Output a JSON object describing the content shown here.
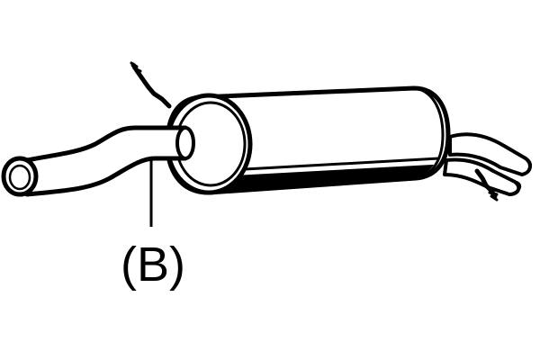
{
  "figure": {
    "callout_label": "(B)",
    "colors": {
      "line": "#000000",
      "fill": "#ffffff",
      "shadow": "#000000"
    },
    "icons": [
      "muffler-body",
      "inlet-pipe",
      "tailpipes",
      "mounting-hangers",
      "callout-leader"
    ]
  }
}
